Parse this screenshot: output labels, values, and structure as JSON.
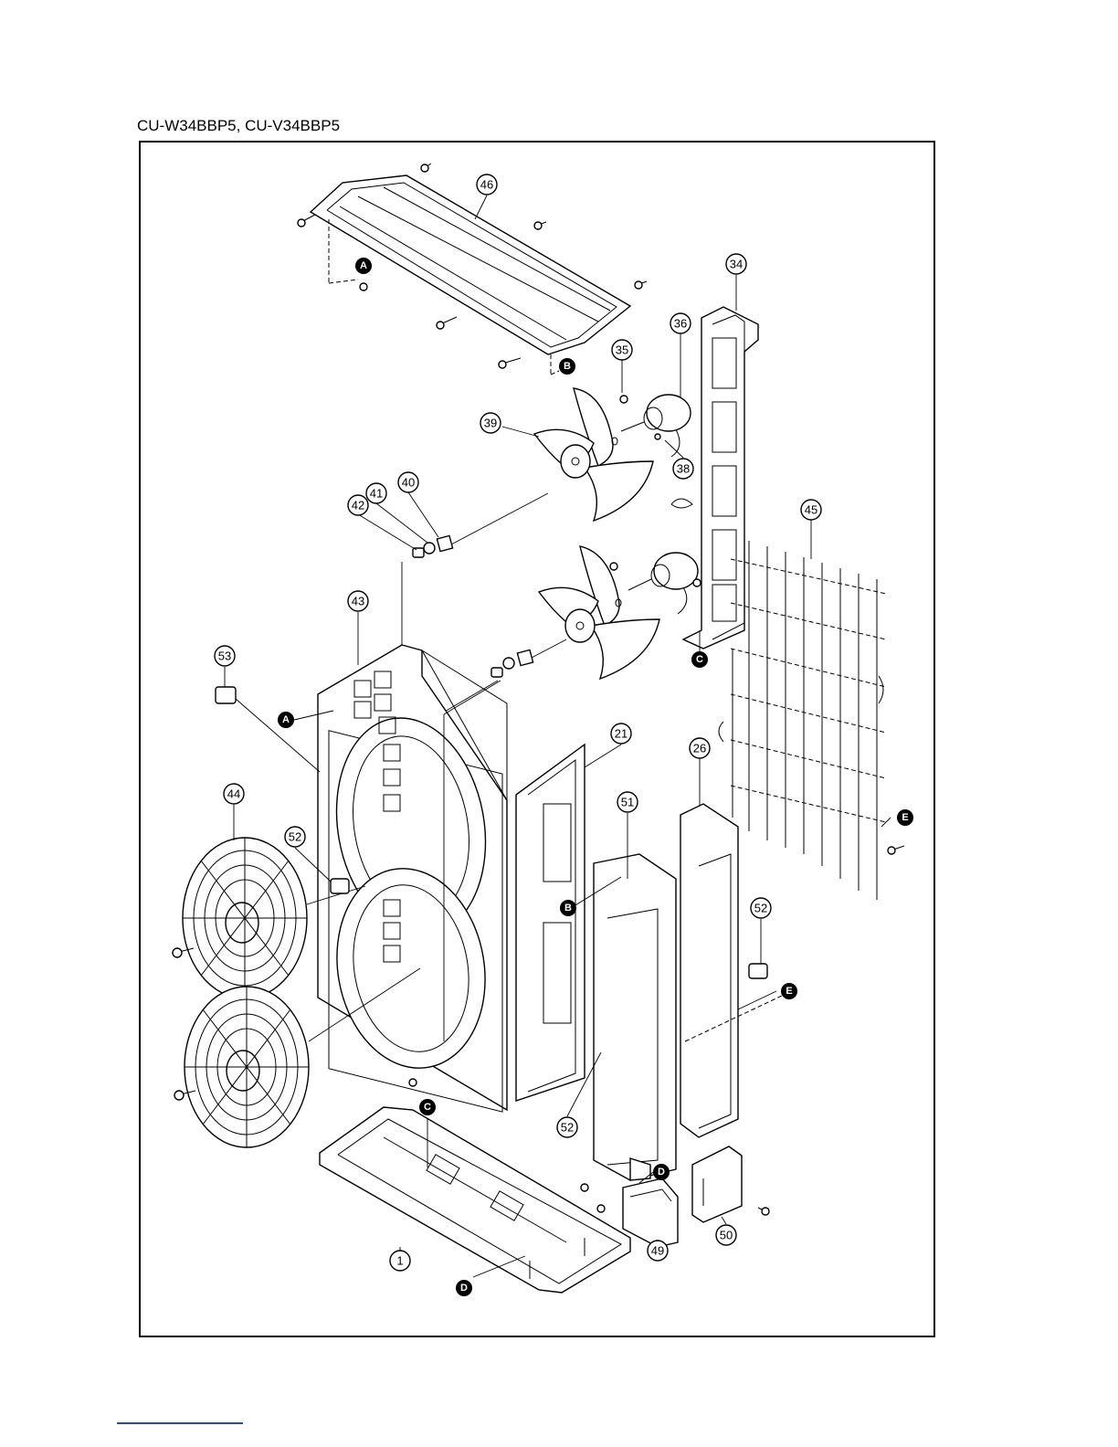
{
  "title": "CU-W34BBP5, CU-V34BBP5",
  "callouts": {
    "p46": "46",
    "p34": "34",
    "p36": "36",
    "p35": "35",
    "p39": "39",
    "p38": "38",
    "p40": "40",
    "p41": "41",
    "p42": "42",
    "p45": "45",
    "p43": "43",
    "p53": "53",
    "p21": "21",
    "p26": "26",
    "p44": "44",
    "p52a": "52",
    "p51": "51",
    "p52b": "52",
    "p52c": "52",
    "p50": "50",
    "p49": "49",
    "p1": "1"
  },
  "letters": {
    "A1": "A",
    "A2": "A",
    "B1": "B",
    "B2": "B",
    "C1": "C",
    "C2": "C",
    "D1": "D",
    "D2": "D",
    "E1": "E",
    "E2": "E"
  }
}
